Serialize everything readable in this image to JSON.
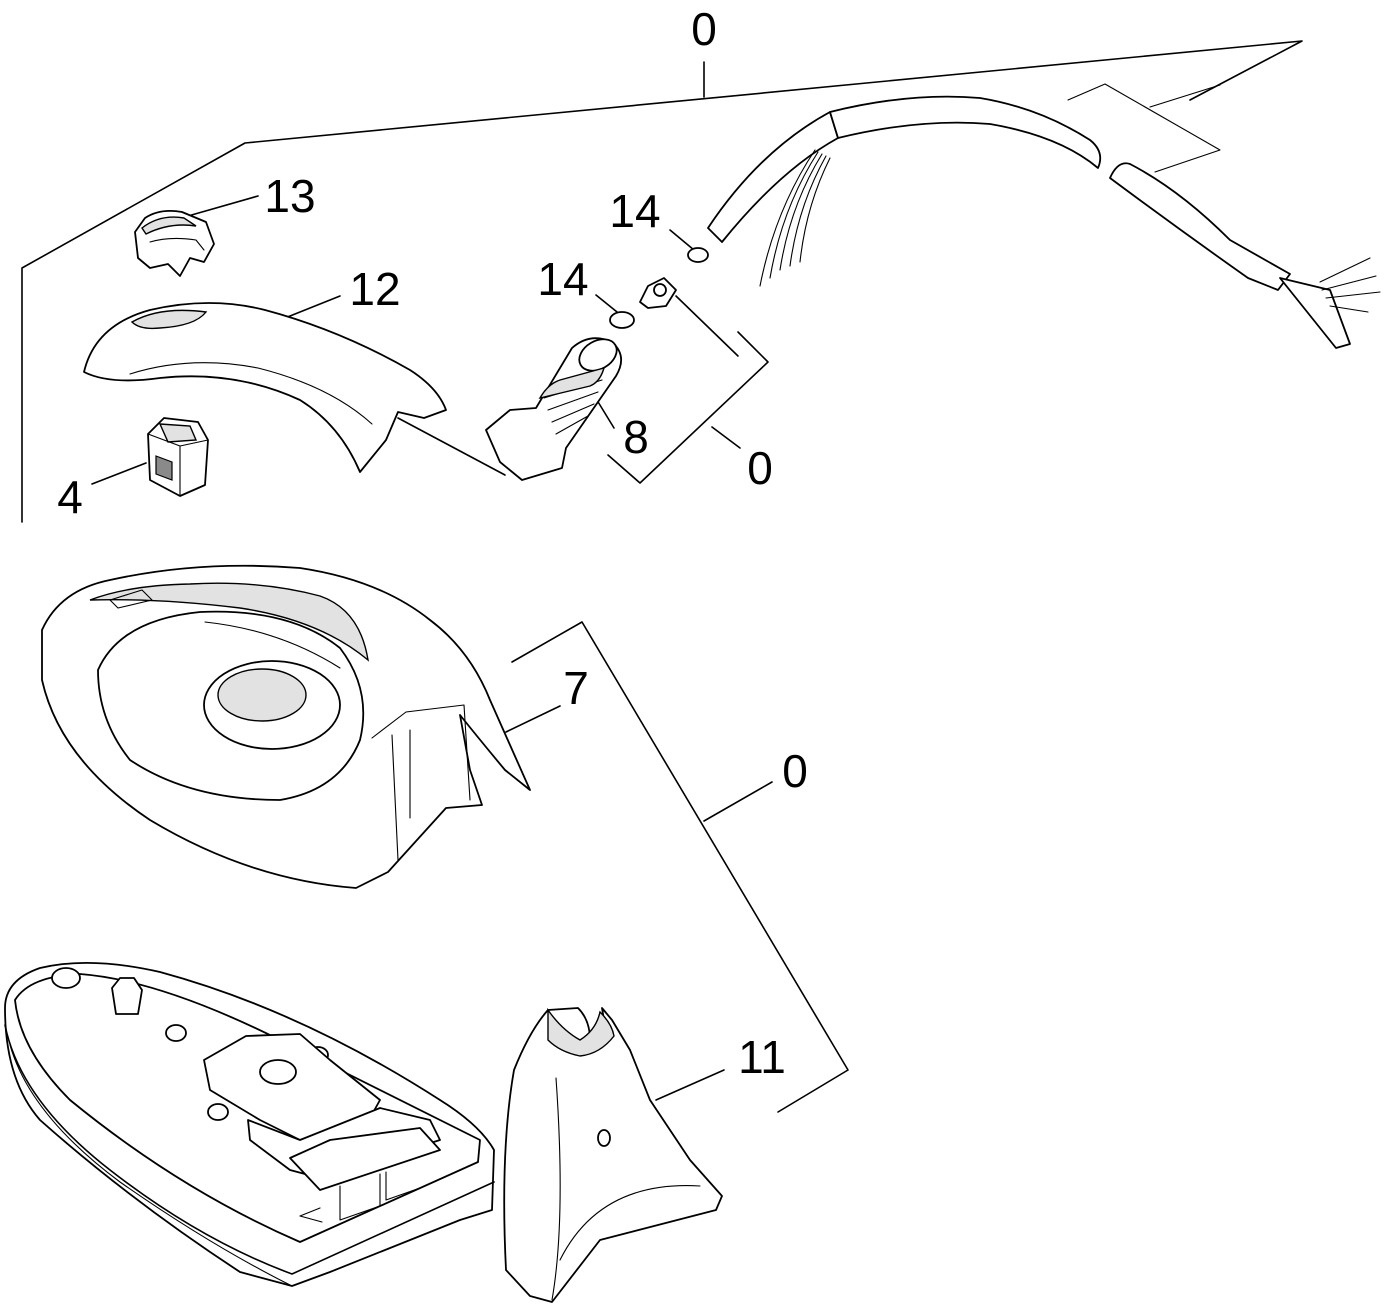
{
  "labels": {
    "assembly_top": "0",
    "assembly_handle": "0",
    "assembly_lower": "0",
    "part_13": "13",
    "part_12": "12",
    "part_4": "4",
    "part_14_upper": "14",
    "part_14_lower": "14",
    "part_8": "8",
    "part_7": "7",
    "part_11": "11"
  },
  "colors": {
    "line": "#000000",
    "fill": "#ffffff",
    "shade": "#e2e2e2"
  }
}
